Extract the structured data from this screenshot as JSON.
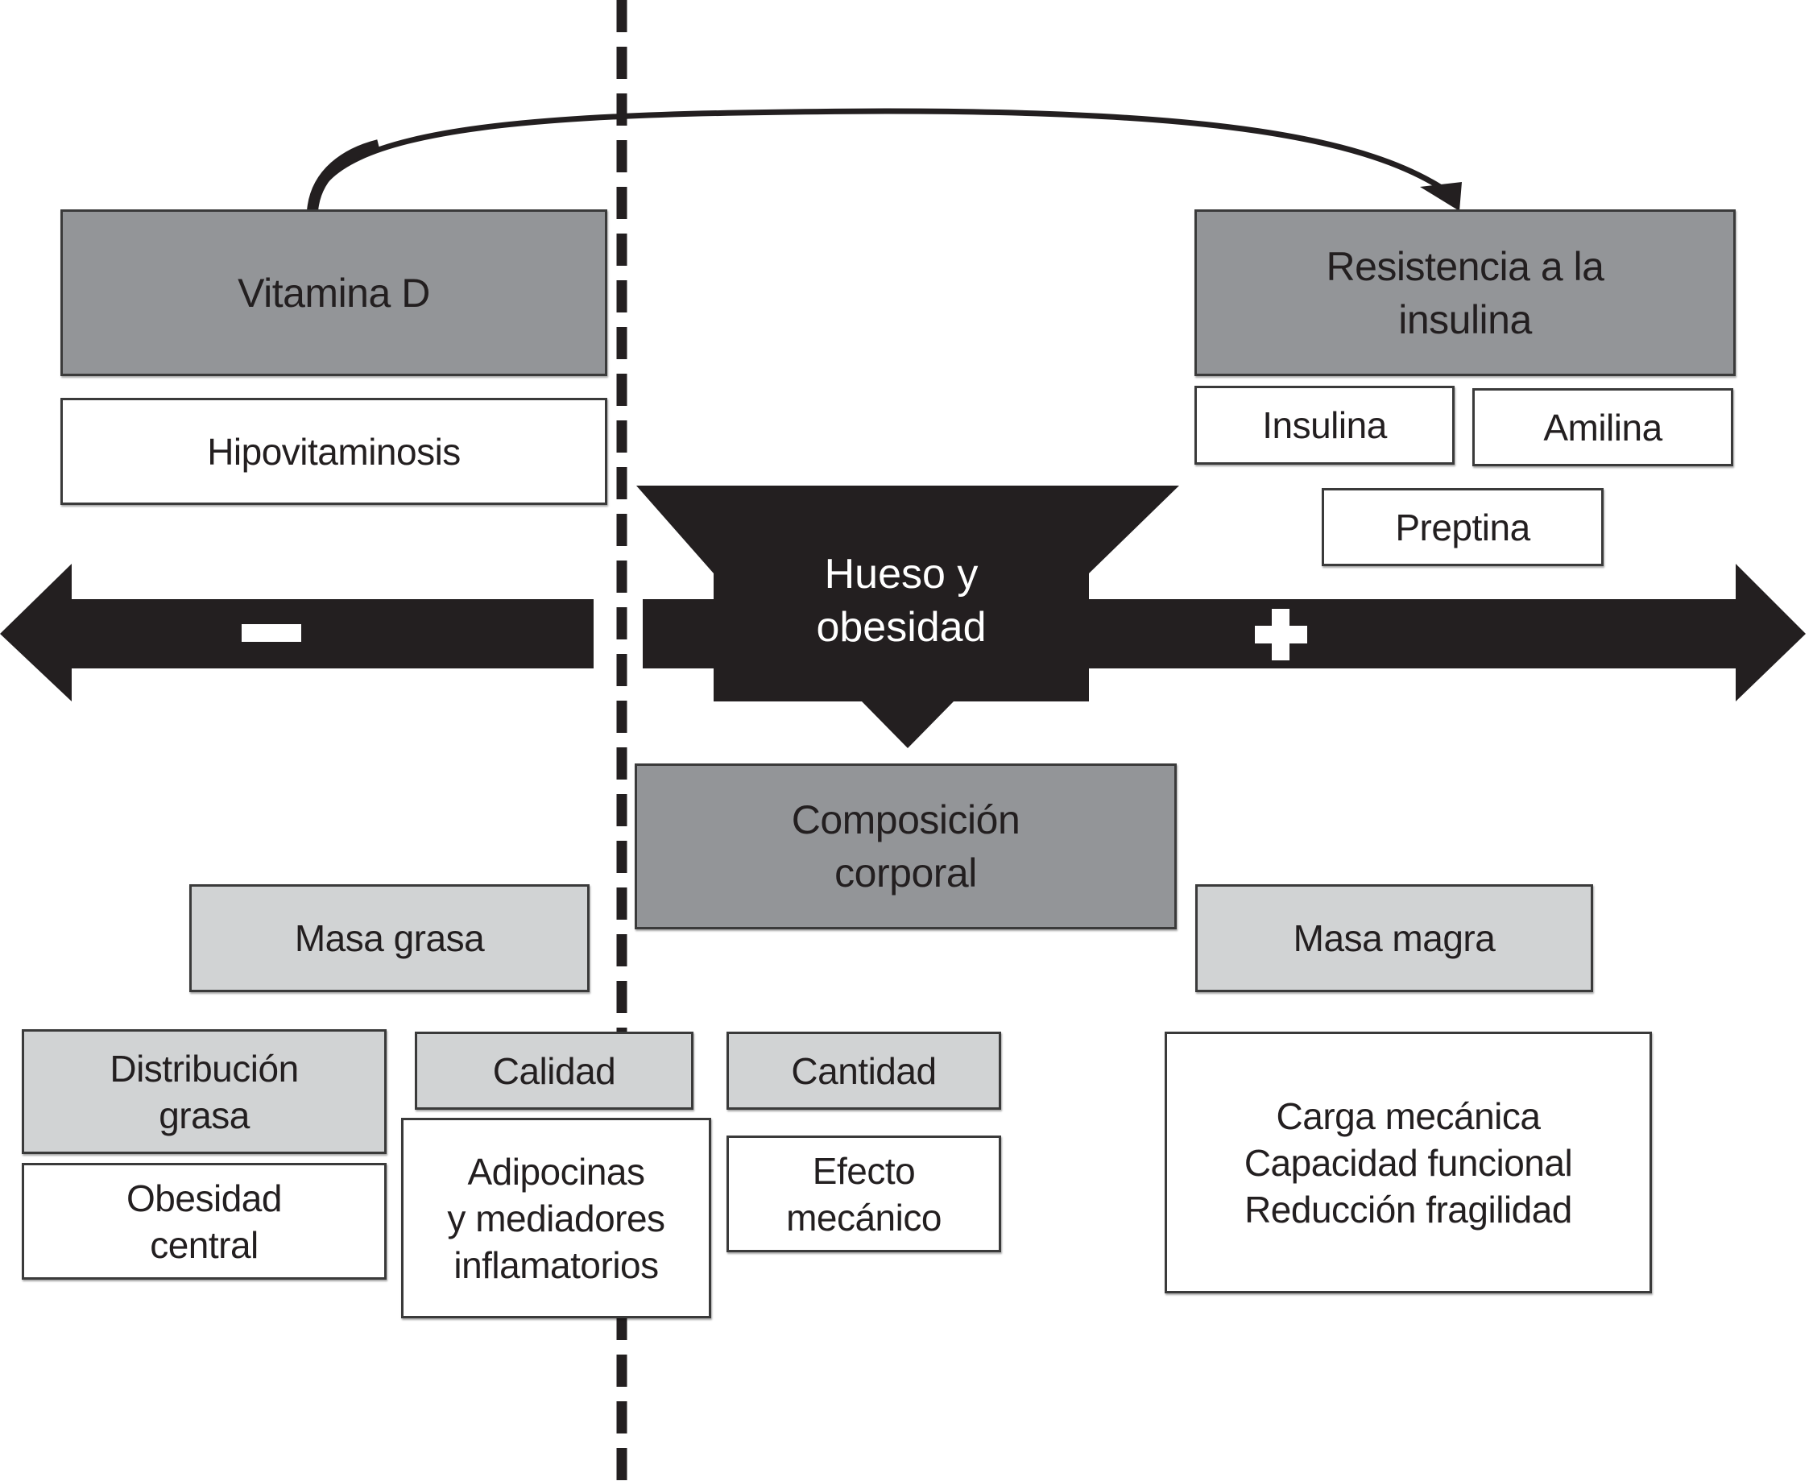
{
  "diagram": {
    "center": {
      "label": "Hueso y\nobesidad"
    },
    "axis": {
      "negative_label": "minus-sign",
      "positive_label": "plus-sign"
    },
    "vitamin_d": {
      "title": "Vitamina D",
      "detail": "Hipovitaminosis"
    },
    "insulin_resistance": {
      "title": "Resistencia a la\ninsulina",
      "items": [
        "Insulina",
        "Amilina",
        "Preptina"
      ]
    },
    "body_composition": {
      "title": "Composición\ncorporal"
    },
    "fat_mass": {
      "title": "Masa grasa",
      "distribution": {
        "title": "Distribución\ngrasa",
        "detail": "Obesidad\ncentral"
      },
      "quality": {
        "title": "Calidad",
        "detail": "Adipocinas\ny mediadores\ninflamatorios"
      },
      "quantity": {
        "title": "Cantidad",
        "detail": "Efecto\nmecánico"
      }
    },
    "lean_mass": {
      "title": "Masa magra",
      "detail": "Carga mecánica\nCapacidad funcional\nReducción fragilidad"
    },
    "colors": {
      "dark_box": "#939598",
      "light_box": "#d1d3d4",
      "arrow": "#231f20"
    }
  }
}
